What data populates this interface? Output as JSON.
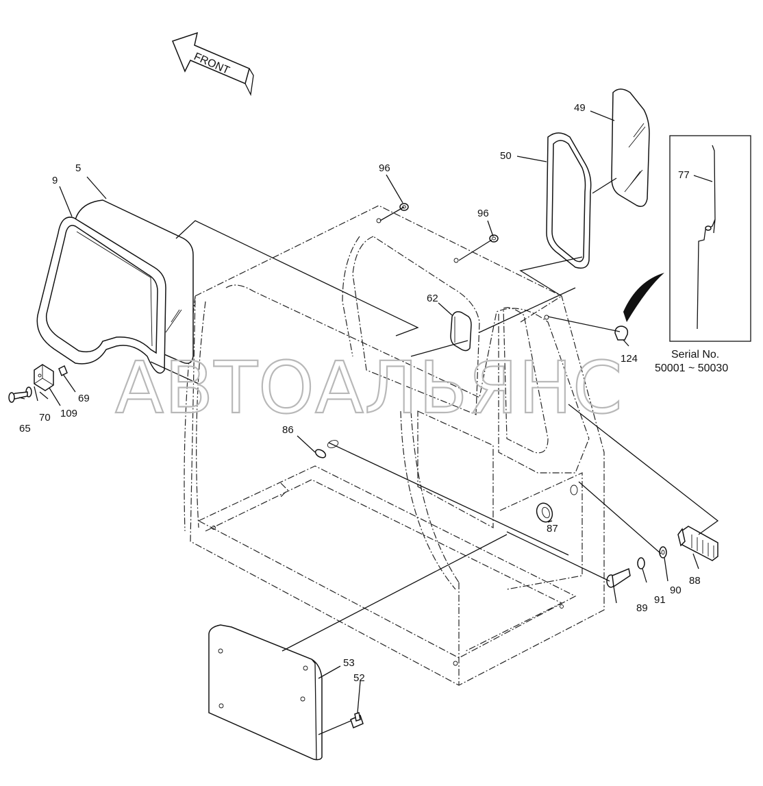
{
  "front_arrow": {
    "text": "FRONT"
  },
  "labels": {
    "p5": "5",
    "p9": "9",
    "p49": "49",
    "p50": "50",
    "p52": "52",
    "p53": "53",
    "p62": "62",
    "p65": "65",
    "p69": "69",
    "p70": "70",
    "p77": "77",
    "p86": "86",
    "p87": "87",
    "p88": "88",
    "p89": "89",
    "p90": "90",
    "p91": "91",
    "p96a": "96",
    "p96b": "96",
    "p109": "109",
    "p124": "124"
  },
  "inset": {
    "serial_title": "Serial No.",
    "serial_range": "50001 ~ 50030"
  },
  "watermark": {
    "text": "АВТОАЛЬЯНС"
  }
}
